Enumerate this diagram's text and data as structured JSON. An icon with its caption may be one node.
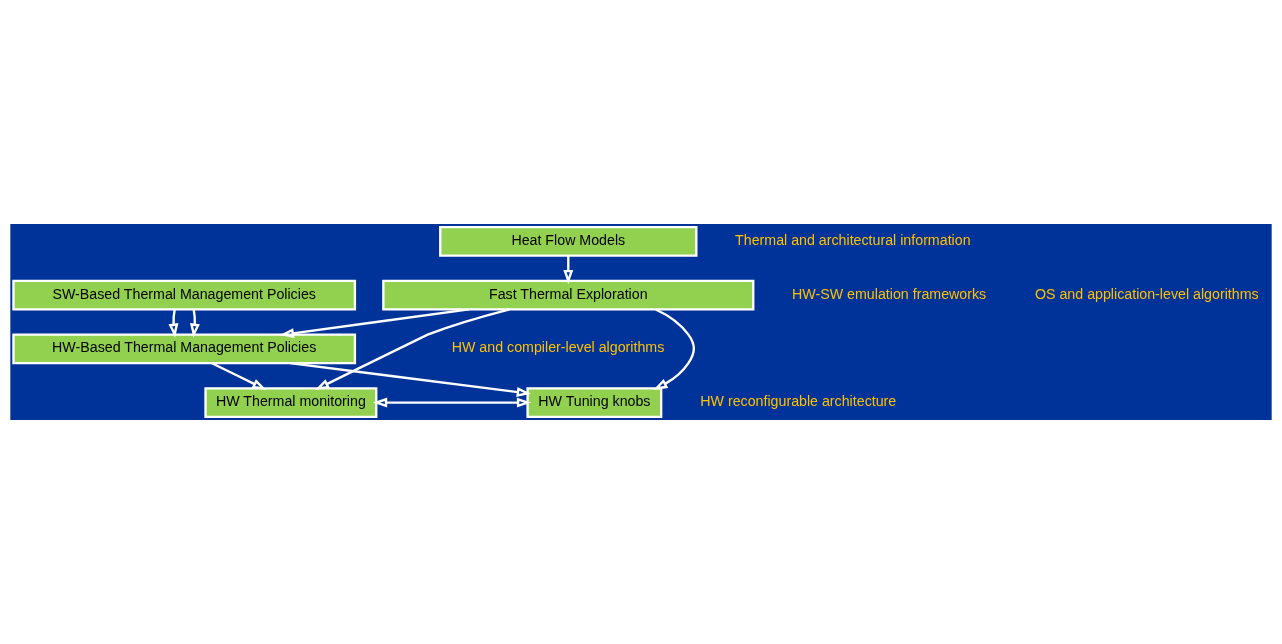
{
  "diagram": {
    "nodes": [
      {
        "text": [
          "Heat Flow Models"
        ]
      },
      {
        "text": [
          "Fast Thermal Exploration"
        ]
      },
      {
        "text": [
          "HW Thermal monitoring"
        ]
      },
      {
        "text": [
          "HW Tuning knobs"
        ]
      },
      {
        "text": [
          "HW-Based Thermal Management Policies"
        ]
      },
      {
        "text": [
          "SW-Based Thermal Management Policies"
        ]
      }
    ],
    "edges": [
      {
        "from": 0,
        "to": 1,
        "arrow": "to"
      },
      {
        "from": 1,
        "to": 2,
        "arrow": "to"
      },
      {
        "from": 1,
        "to": 3,
        "arrow": "to"
      },
      {
        "from": 1,
        "to": 4,
        "arrow": "to"
      },
      {
        "from": 2,
        "to": 3,
        "arrow": "both"
      },
      {
        "from": 4,
        "to": 2,
        "arrow": "to"
      },
      {
        "from": 4,
        "to": 3,
        "arrow": "to"
      },
      {
        "from": 5,
        "to": 4,
        "arrow": "to"
      },
      {
        "from": 5,
        "to": 4,
        "arrow": "to"
      }
    ],
    "labels": [
      "Thermal and architectural information",
      "HW-SW emulation frameworks",
      "HW reconfigurable architecture",
      "HW and compiler-level algorithms",
      "OS and application-level algorithms"
    ]
  }
}
